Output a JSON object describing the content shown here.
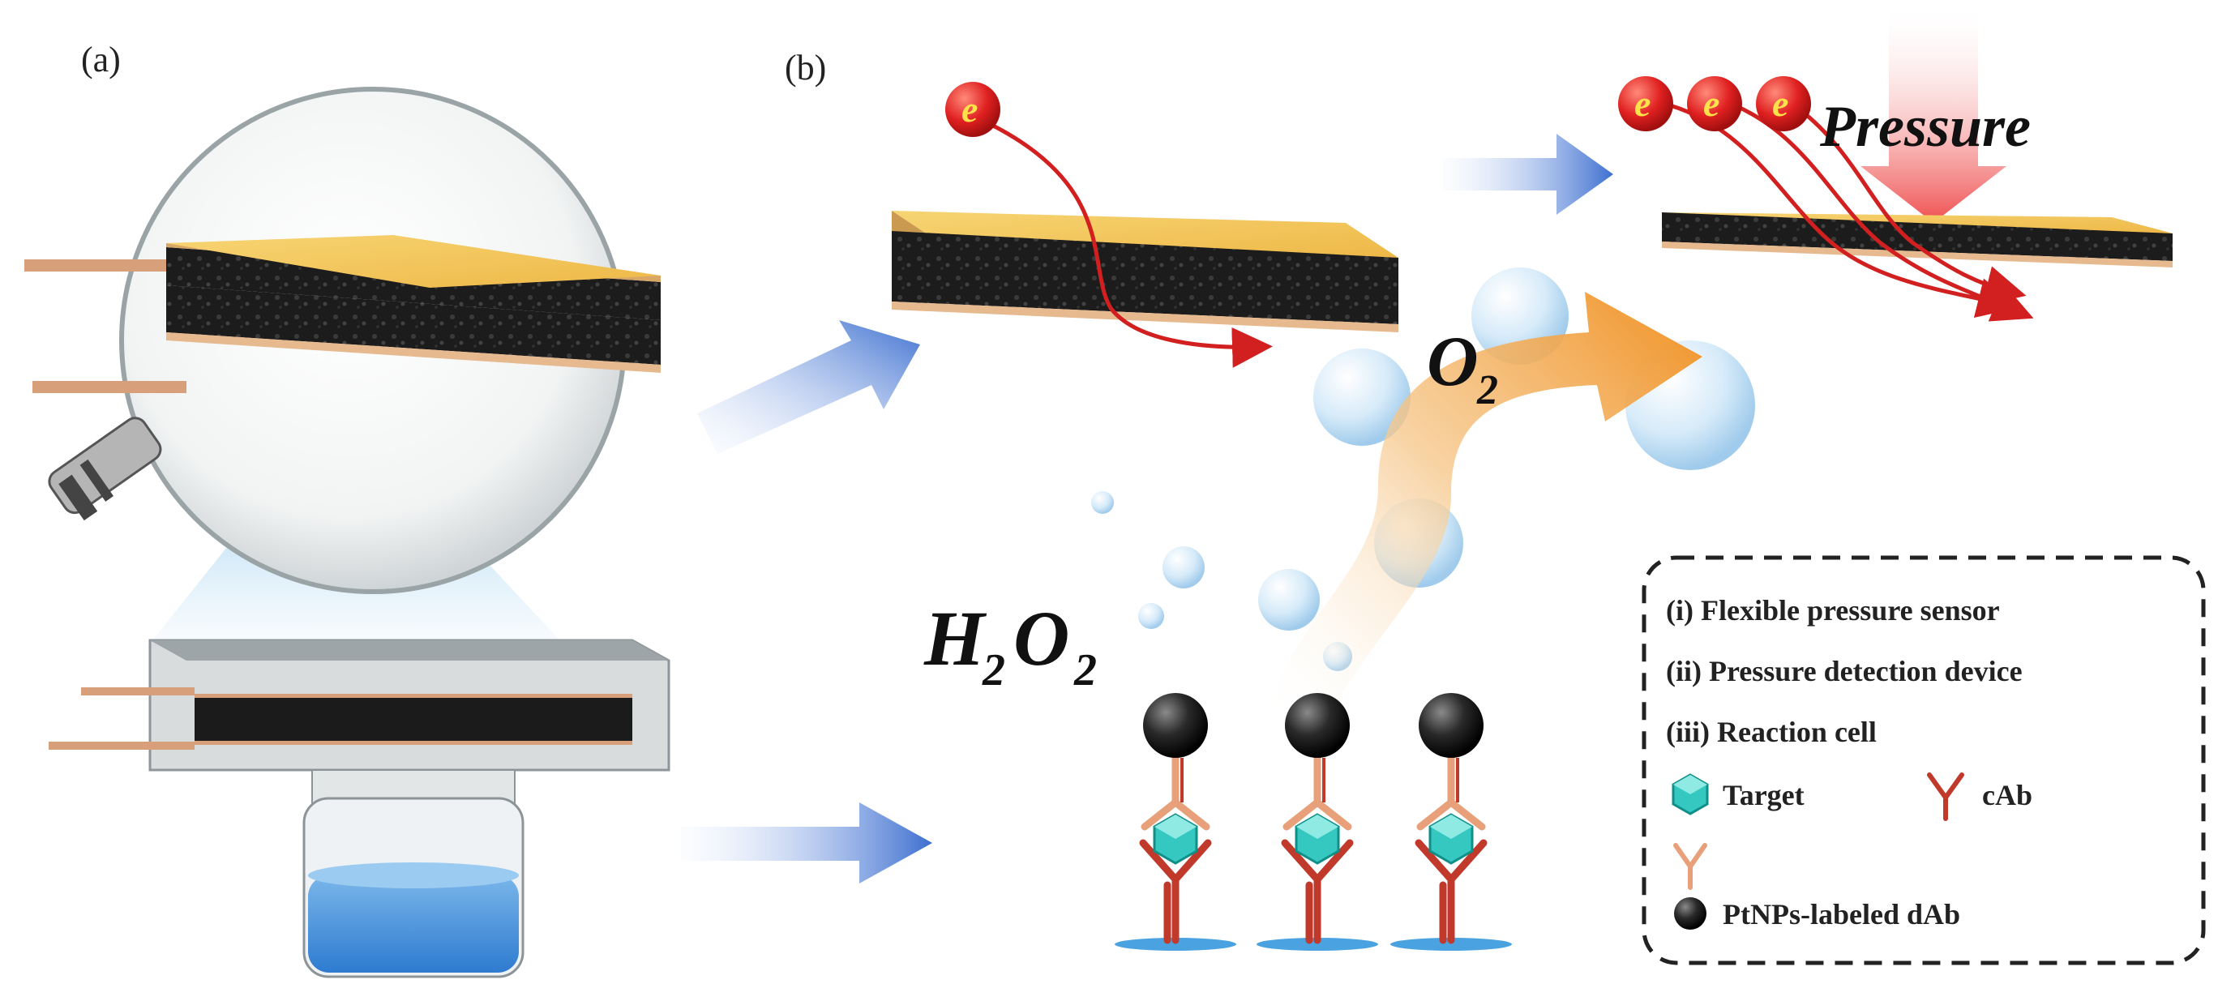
{
  "panels": {
    "a": "(a)",
    "b": "(b)"
  },
  "electron_symbol": "e",
  "labels": {
    "pressure": "Pressure",
    "o2_main": "O",
    "o2_sub": "2",
    "h2o2_h": "H",
    "h2o2_sub1": "2",
    "h2o2_o": "O",
    "h2o2_sub2": "2"
  },
  "legend": {
    "items": [
      "(i) Flexible pressure sensor",
      "(ii) Pressure detection device",
      "(iii) Reaction cell"
    ],
    "target": "Target",
    "cab": "cAb",
    "dab": "PtNPs-labeled dAb"
  },
  "colors": {
    "gold": "#f3c65a",
    "sponge": "#1e1e1e",
    "copper": "#d8a07a",
    "arrow_blue": "#3d6fd0",
    "arrow_orange": "#f09a30",
    "pressure_red": "#ef5a5a",
    "electron_red": "#d91f1f",
    "curve_red": "#d21f1f",
    "solution_blue": "#3d8fd8",
    "antibody_red": "#c0392b",
    "antibody_peach": "#e8a07a",
    "target_cyan": "#35c8c0"
  }
}
